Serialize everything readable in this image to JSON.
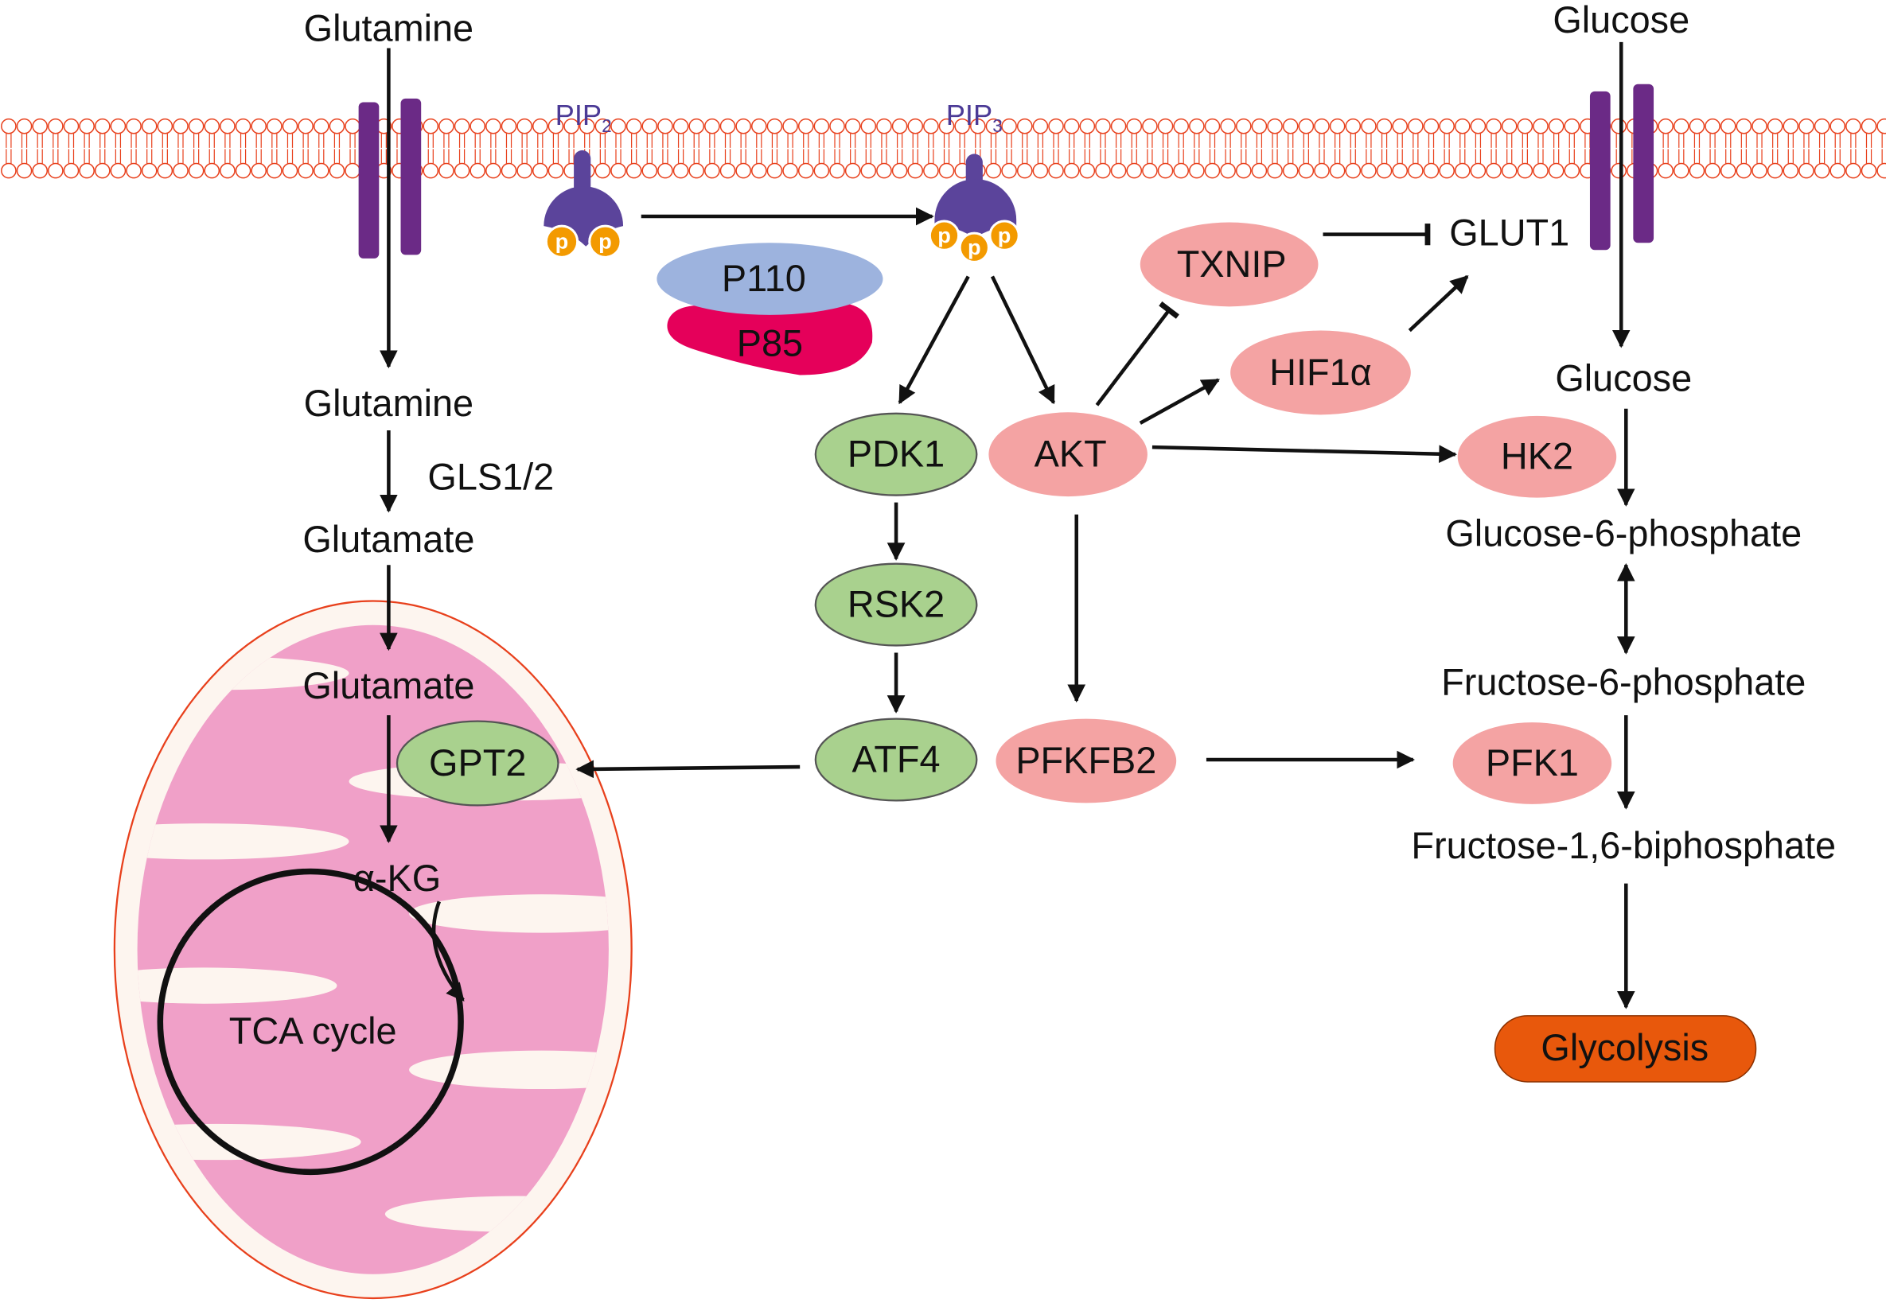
{
  "membrane": {
    "pip2": "PIP",
    "pip2_sub": "2",
    "pip3": "PIP",
    "pip3_sub": "3",
    "phosphate": "p"
  },
  "glutamine_path": {
    "glutamine_out": "Glutamine",
    "glutamine_in": "Glutamine",
    "enzyme": "GLS1/2",
    "glutamate_cyto": "Glutamate",
    "glutamate_mito": "Glutamate",
    "gpt2": "GPT2",
    "akg": "α-KG",
    "tca": "TCA cycle"
  },
  "pi3k": {
    "p110": "P110",
    "p85": "P85"
  },
  "signaling": {
    "pdk1": "PDK1",
    "rsk2": "RSK2",
    "atf4": "ATF4",
    "akt": "AKT",
    "pfkfb2": "PFKFB2",
    "txnip": "TXNIP",
    "hif1a": "HIF1α",
    "glut1": "GLUT1",
    "hk2": "HK2",
    "pfk1": "PFK1"
  },
  "glucose_path": {
    "glucose_out": "Glucose",
    "glucose_in": "Glucose",
    "g6p": "Glucose-6-phosphate",
    "f6p": "Fructose-6-phosphate",
    "f16bp": "Fructose-1,6-biphosphate",
    "glycolysis": "Glycolysis"
  },
  "colors": {
    "green_node": "#a9d18e",
    "pink_node": "#f4a3a3",
    "glycolysis": "#e8580c",
    "membrane": "#e8401c",
    "receptor": "#5b449b",
    "phosphate": "#f39a00",
    "p110": "#9db3de",
    "p85": "#e5005a",
    "mito_inner": "#f0a0c8"
  }
}
